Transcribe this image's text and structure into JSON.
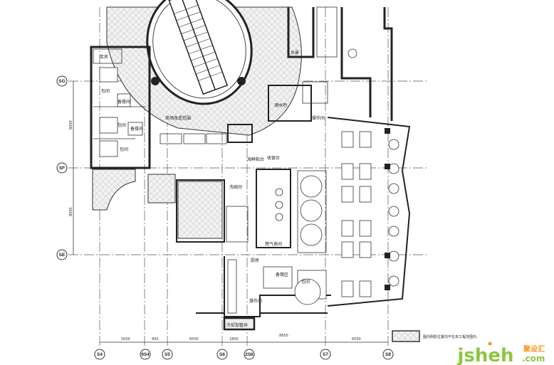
{
  "plan": {
    "grid_columns": [
      "S4",
      "9S4",
      "S5",
      "S6",
      "2S6",
      "S7",
      "S8"
    ],
    "grid_rows": [
      "SG",
      "SF",
      "SE"
    ],
    "column_dimensions": [
      "5000",
      "900",
      "6500",
      "1800",
      "8650",
      "6500"
    ],
    "row_dimensions": [
      "8000",
      "8000"
    ],
    "rooms": {
      "storage": "库房",
      "private_room_1": "包间",
      "private_room_2": "包间",
      "private_room_3": "包间",
      "private_room_4": "包间",
      "pantry_1": "备餐间",
      "pantry_2": "备餐间",
      "mall_area": "商场改造范围",
      "bar": "酒水吧",
      "operation_room": "操作间",
      "dishwashing": "洗碗间",
      "seafood_counter": "海鲜粘台",
      "cashier": "收银台",
      "gas_meter": "燃气表间",
      "kitchen": "厨房",
      "prep_area": "备餐区",
      "kitchen_operation": "操作间",
      "cooling_shaft": "冷却加管井",
      "water": "水景"
    },
    "legend_text": "图内阴影位置均不在本工程范围内."
  },
  "watermark": {
    "logo": "jsheh",
    "logo_cn": "聚设汇",
    "domain": ".com",
    "accent_color": "#8dc63f",
    "dot_color": "#f7941d"
  }
}
